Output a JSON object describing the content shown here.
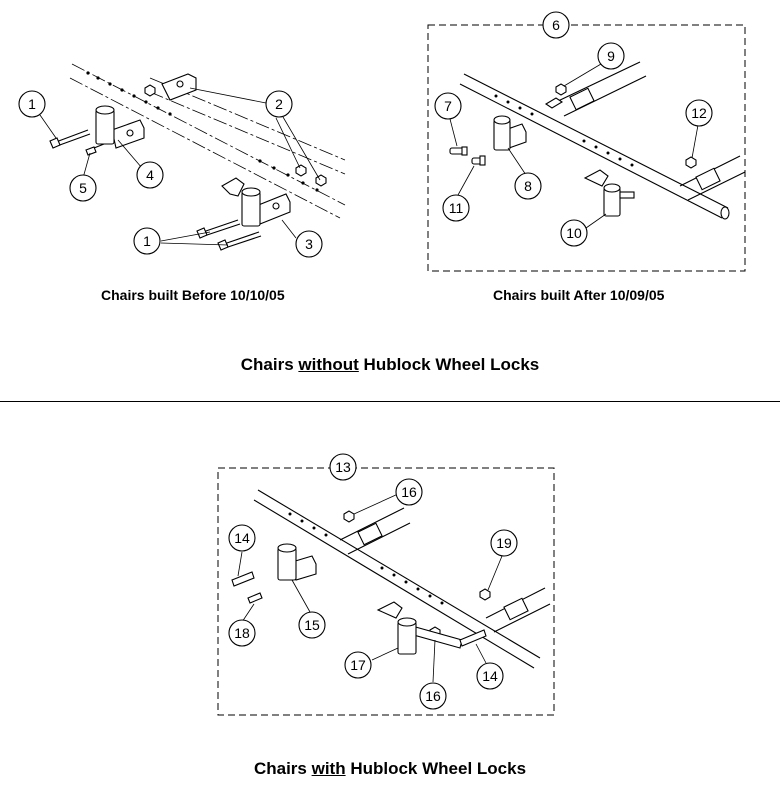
{
  "captions": {
    "before": "Chairs built Before 10/10/05",
    "after": "Chairs built After 10/09/05"
  },
  "headings": {
    "without": {
      "pre": "Chairs ",
      "key": "without",
      "post": " Hublock Wheel Locks"
    },
    "with": {
      "pre": "Chairs ",
      "key": "with",
      "post": " Hublock Wheel Locks"
    }
  },
  "callouts": {
    "c1a": "1",
    "c1b": "1",
    "c2": "2",
    "c3": "3",
    "c4": "4",
    "c5": "5",
    "c6": "6",
    "c7": "7",
    "c8": "8",
    "c9": "9",
    "c10": "10",
    "c11": "11",
    "c12": "12",
    "c13": "13",
    "c14a": "14",
    "c14b": "14",
    "c15": "15",
    "c16a": "16",
    "c16b": "16",
    "c17": "17",
    "c18": "18",
    "c19": "19"
  }
}
